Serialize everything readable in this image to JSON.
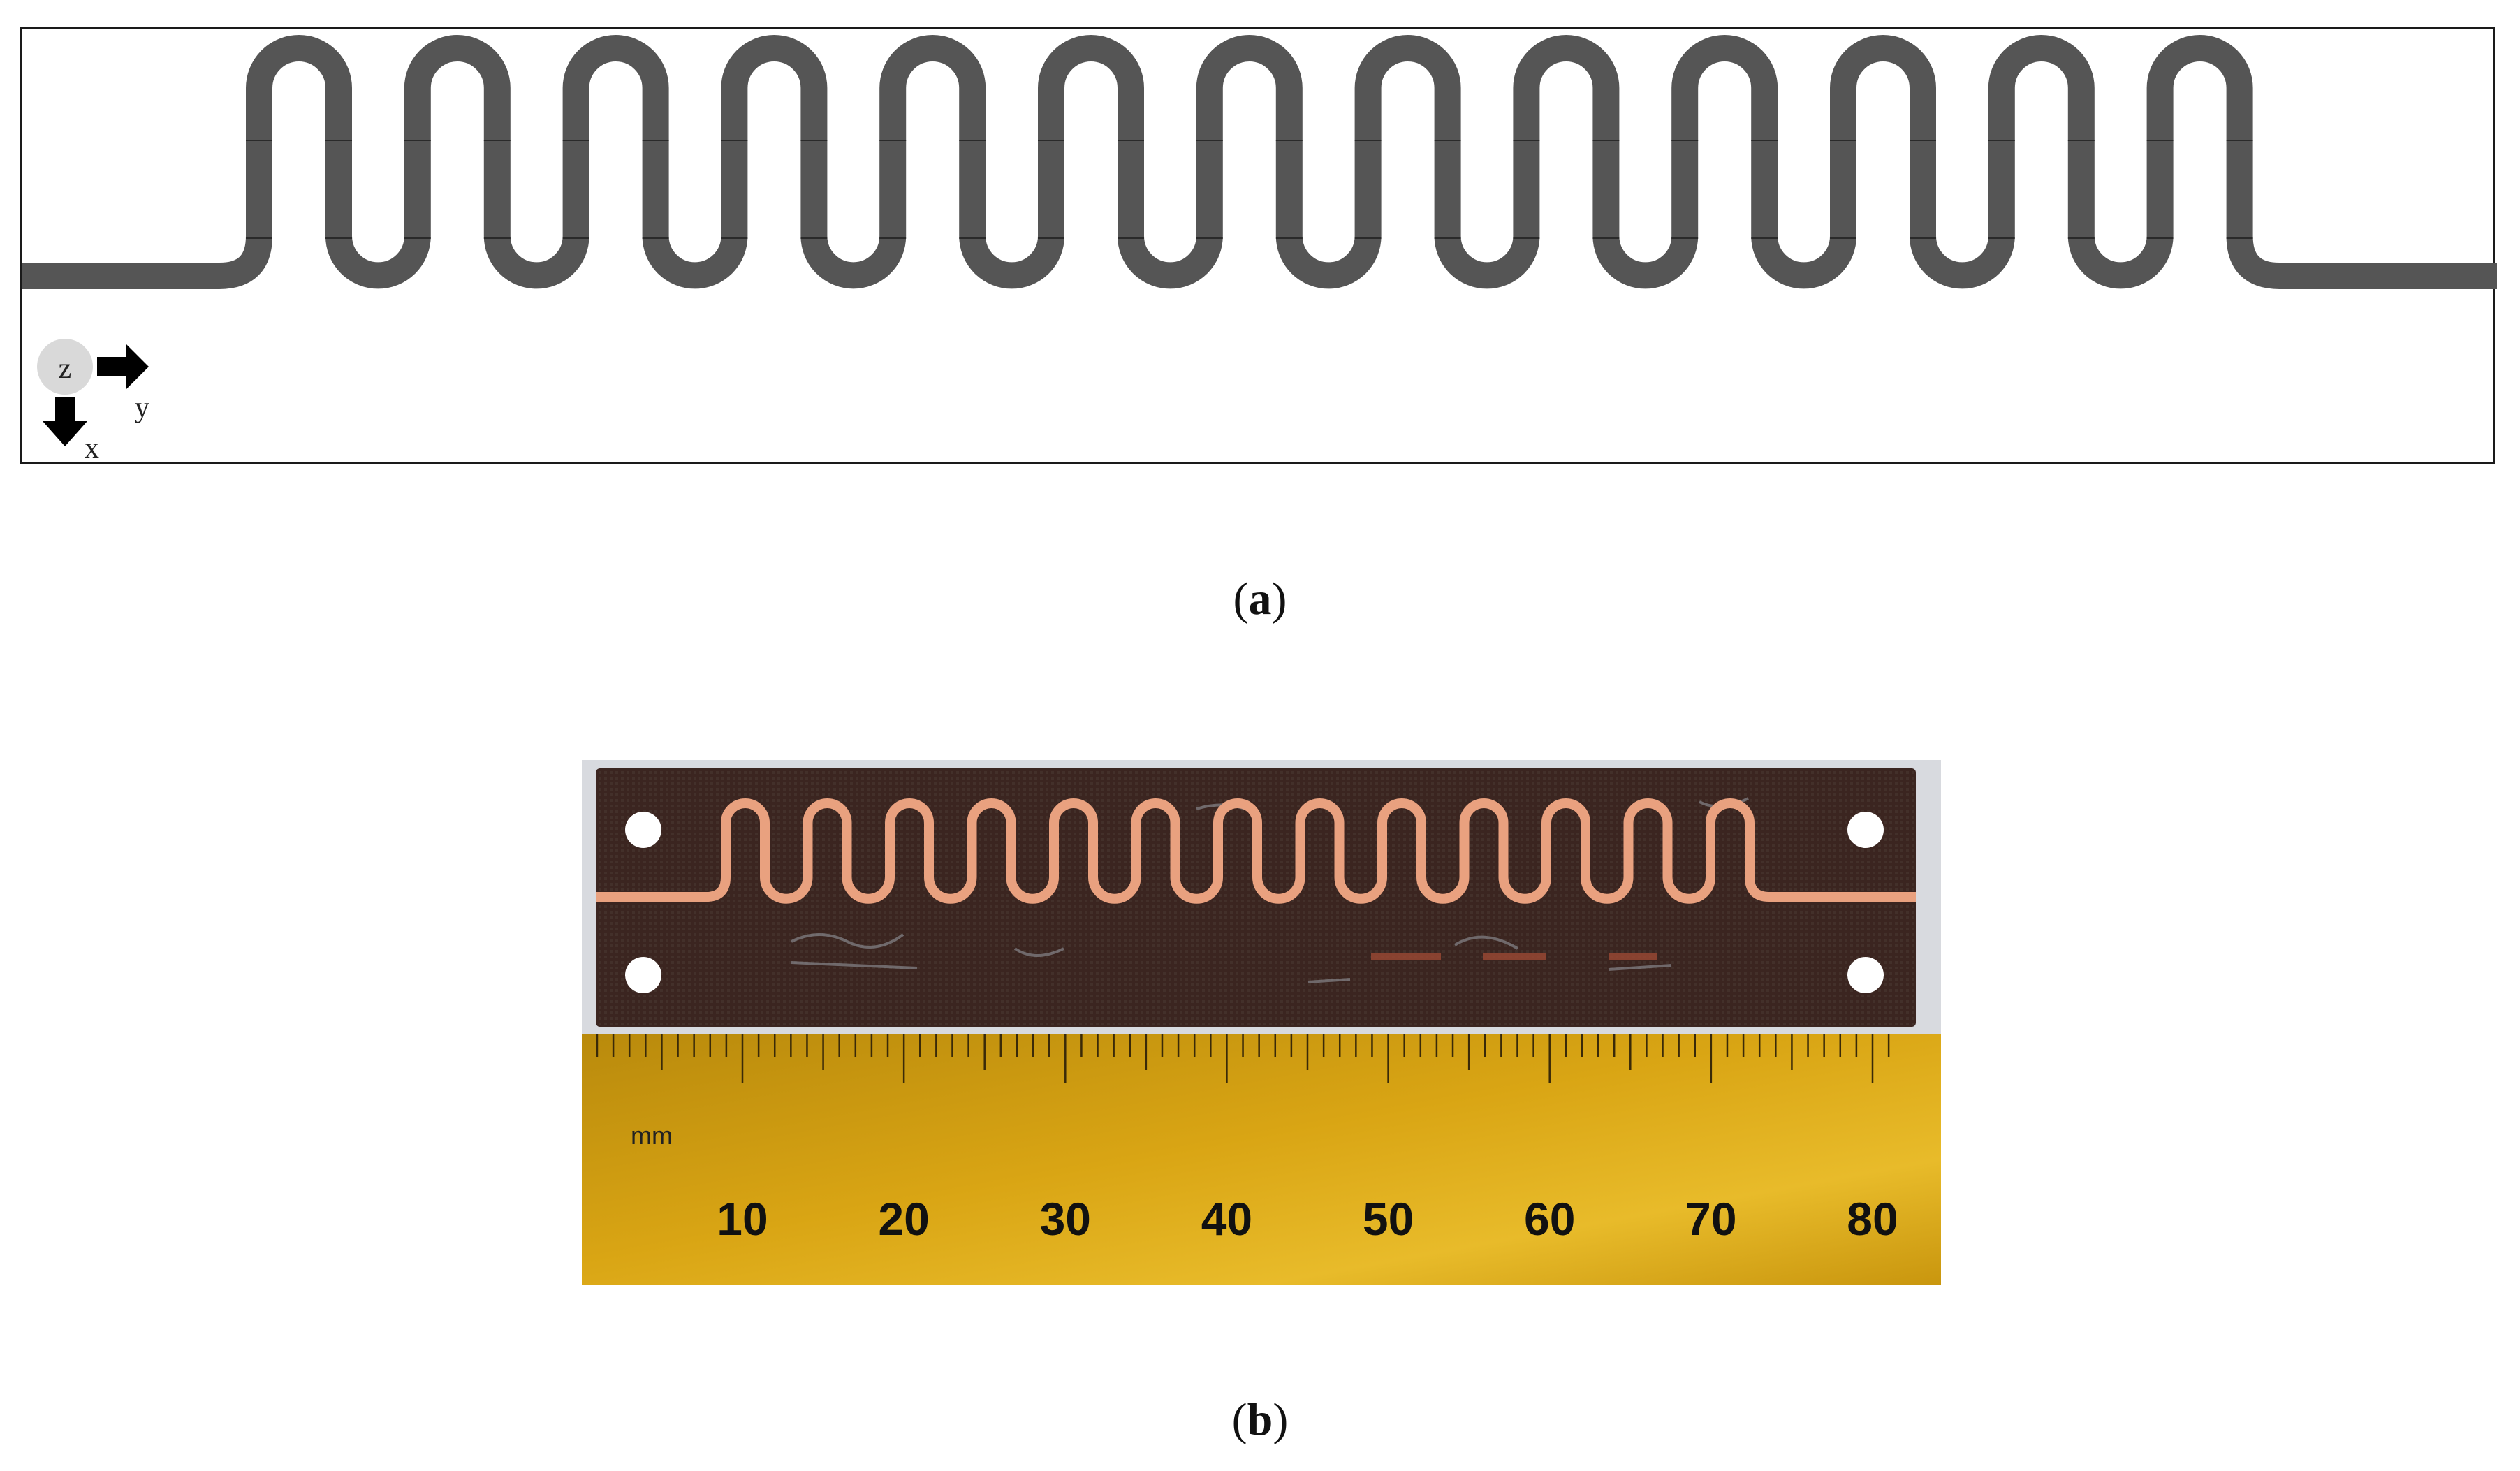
{
  "panel_a": {
    "axis_z": "z",
    "axis_y": "y",
    "axis_x": "x",
    "caption_open": "(",
    "caption_label": "a",
    "caption_close": ")",
    "trace_color": "#555555"
  },
  "panel_b": {
    "ruler_unit": "mm",
    "ruler_numbers": [
      "10",
      "20",
      "30",
      "40",
      "50",
      "60",
      "70",
      "80"
    ],
    "caption_open": "(",
    "caption_label": "b",
    "caption_close": ")",
    "board_color": "#3b2520",
    "copper_color": "#e9a17f",
    "ruler_color": "#c8960e"
  }
}
